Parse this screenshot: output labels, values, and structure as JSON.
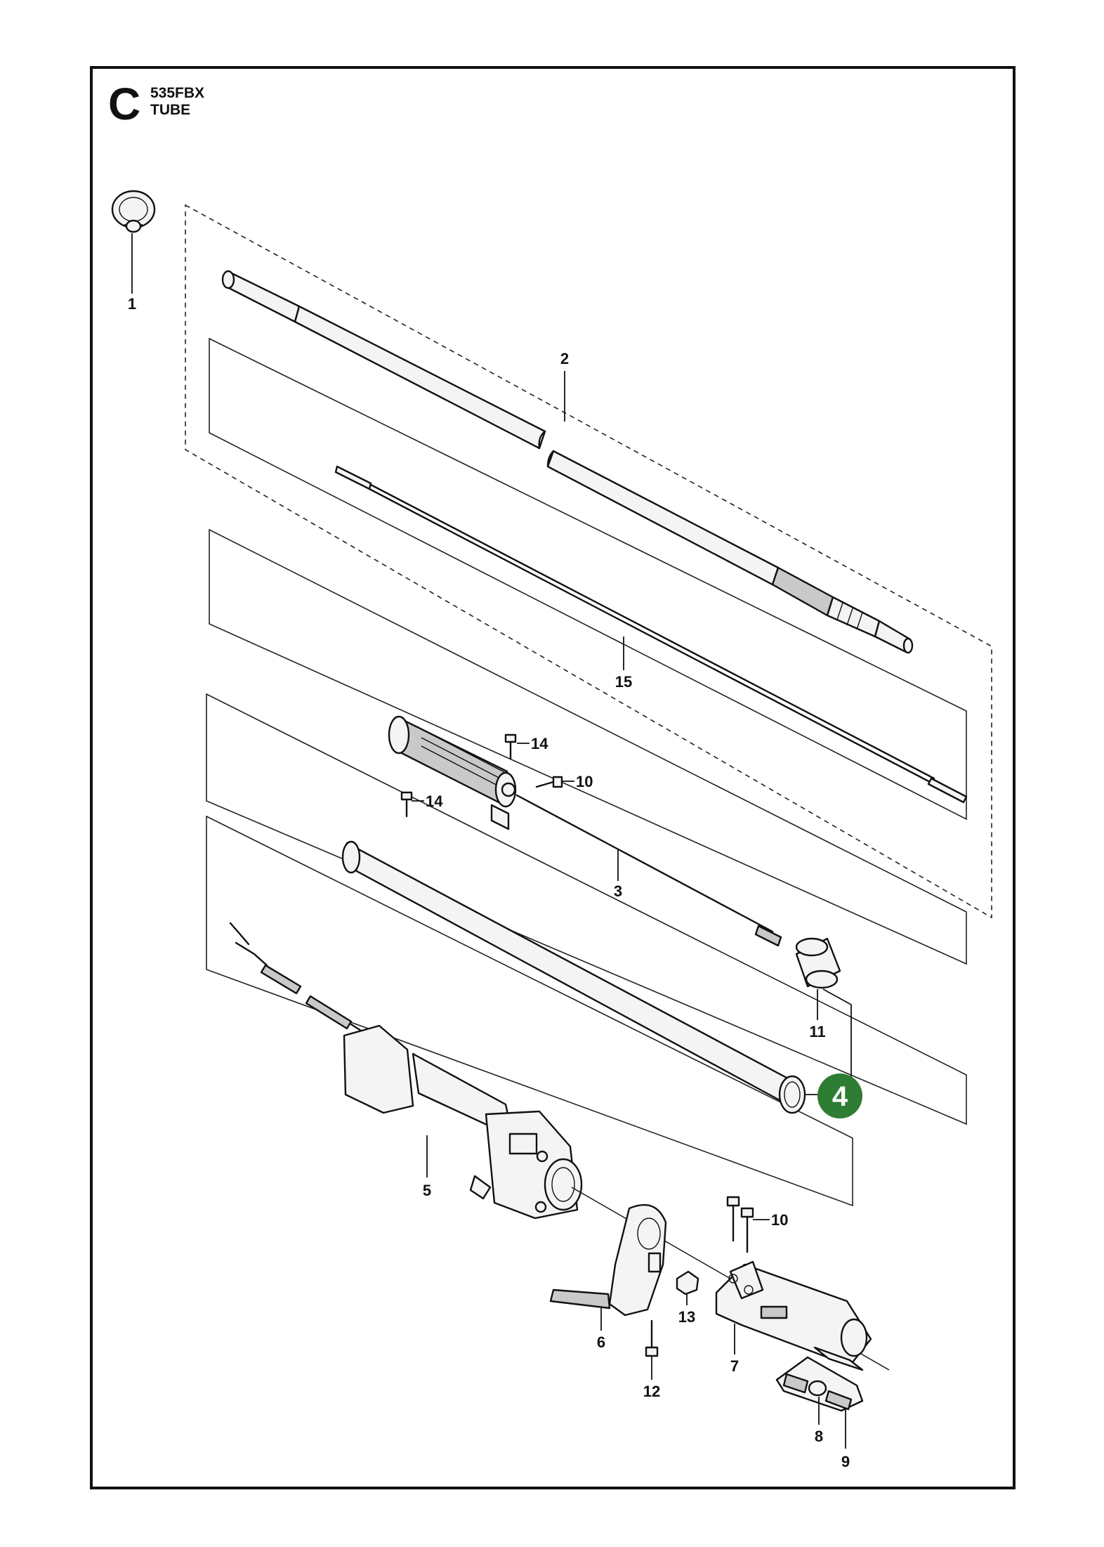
{
  "header": {
    "section_letter": "C",
    "model": "535FBX",
    "assembly": "TUBE"
  },
  "highlight": {
    "label": "4",
    "color": "#2e7d32"
  },
  "callouts": {
    "c1": "1",
    "c2": "2",
    "c3": "3",
    "c5": "5",
    "c6": "6",
    "c7": "7",
    "c8": "8",
    "c9": "9",
    "c10a": "10",
    "c10b": "10",
    "c11": "11",
    "c12": "12",
    "c13": "13",
    "c14a": "14",
    "c14b": "14",
    "c15": "15"
  },
  "icons": {
    "badge": "highlight-circle-icon"
  }
}
